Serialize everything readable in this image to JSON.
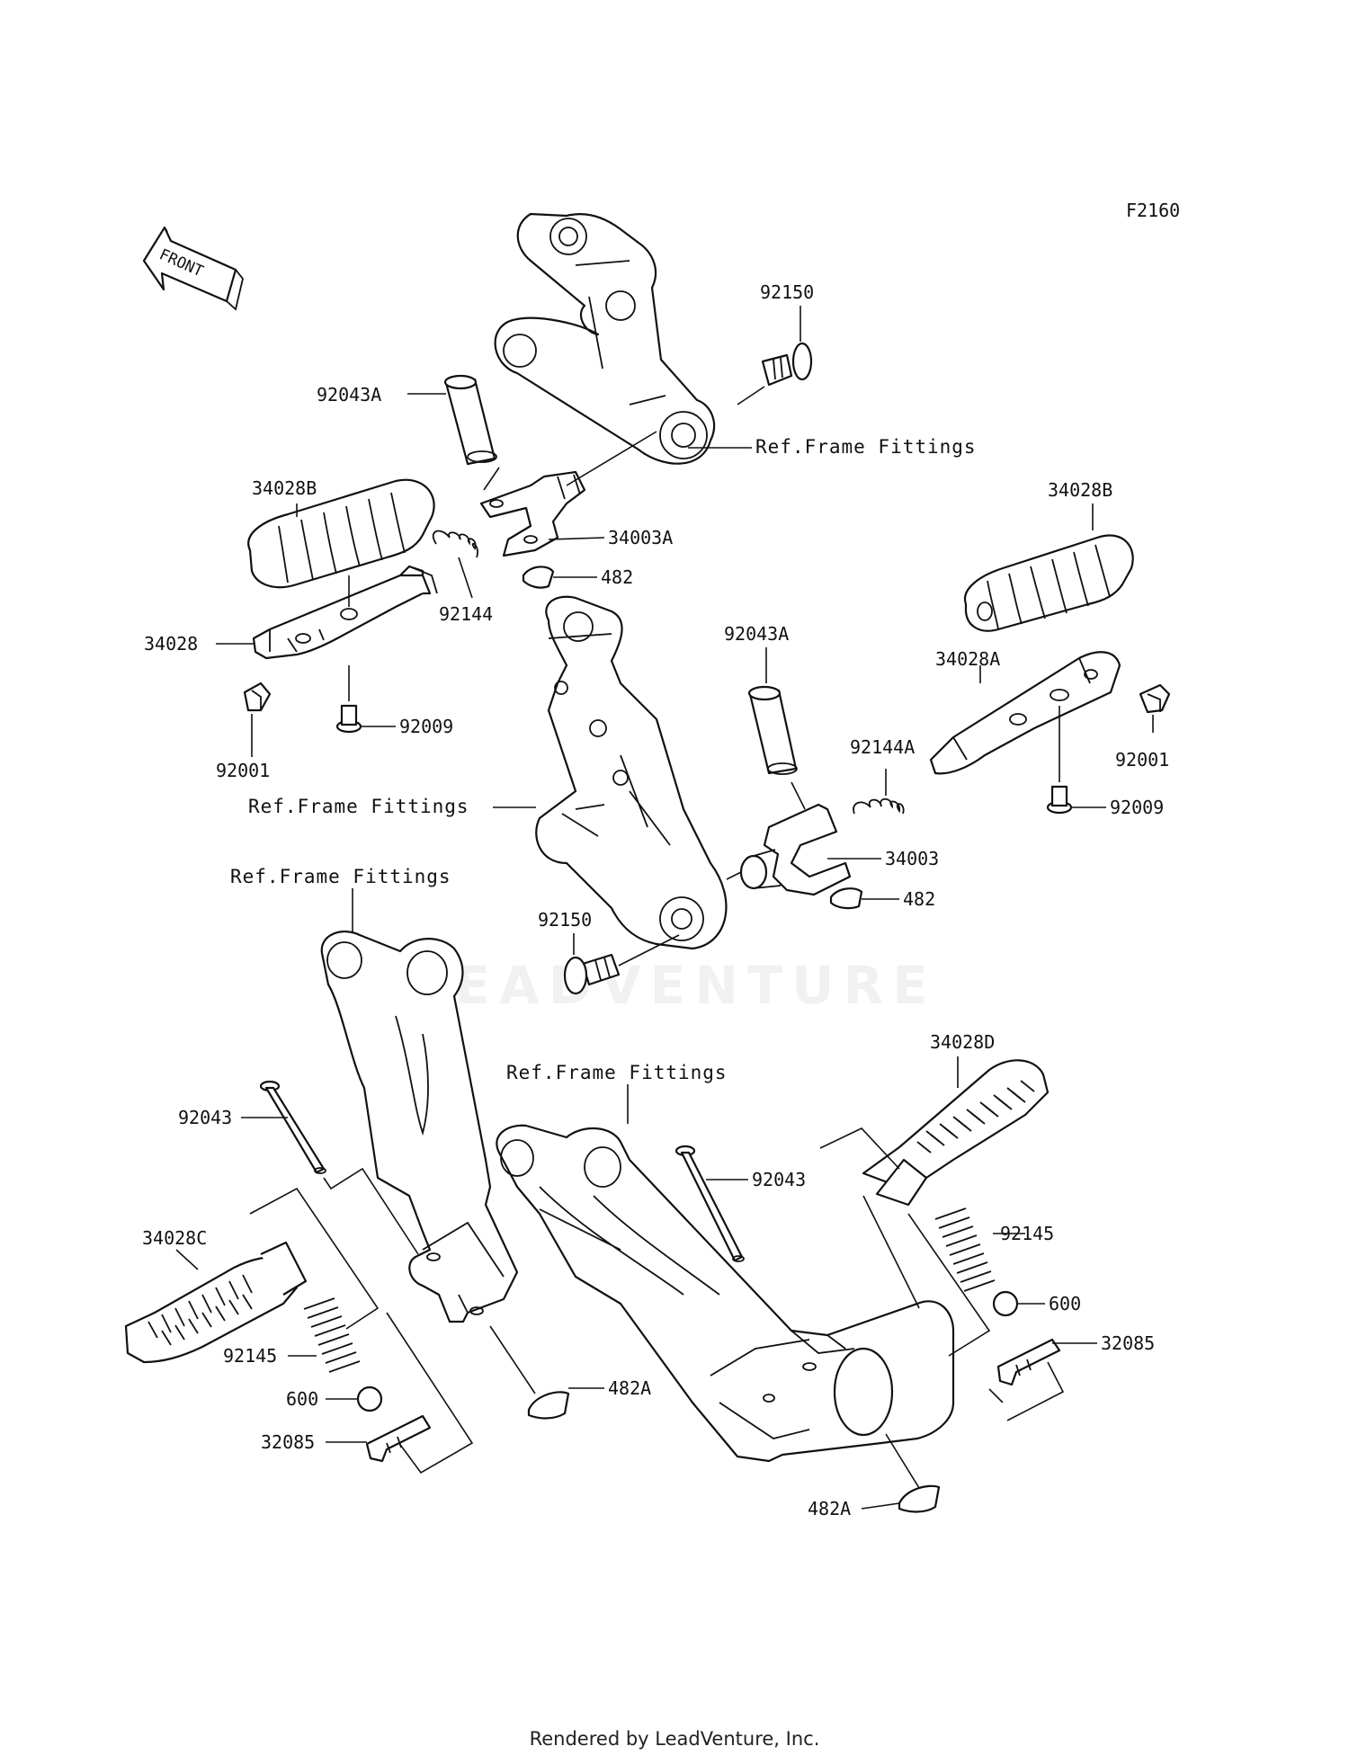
{
  "figure_code": "F2160",
  "front_label": "FRONT",
  "footer": "Rendered by LeadVenture, Inc.",
  "watermark": "LEADVENTURE",
  "labels": {
    "p92150_top": "92150",
    "p92043A_top": "92043A",
    "ref_top": "Ref.Frame Fittings",
    "p34028B_left": "34028B",
    "p34003A": "34003A",
    "p482_top": "482",
    "p92144": "92144",
    "p34028": "34028",
    "p92009_left": "92009",
    "p92001_left": "92001",
    "p34028B_right": "34028B",
    "p92043A_mid": "92043A",
    "p34028A": "34028A",
    "p92001_right": "92001",
    "p92144A": "92144A",
    "p92009_right": "92009",
    "ref_mid": "Ref.Frame Fittings",
    "p34003": "34003",
    "p482_mid": "482",
    "ref_lower_left": "Ref.Frame Fittings",
    "p92150_mid": "92150",
    "p34028D": "34028D",
    "ref_lower_right": "Ref.Frame Fittings",
    "p92043_left": "92043",
    "p92043_right": "92043",
    "p34028C": "34028C",
    "p92145_right": "92145",
    "p600_right": "600",
    "p32085_right": "32085",
    "p92145_left": "92145",
    "p482A_left": "482A",
    "p600_left": "600",
    "p32085_left": "32085",
    "p482A_right": "482A"
  }
}
